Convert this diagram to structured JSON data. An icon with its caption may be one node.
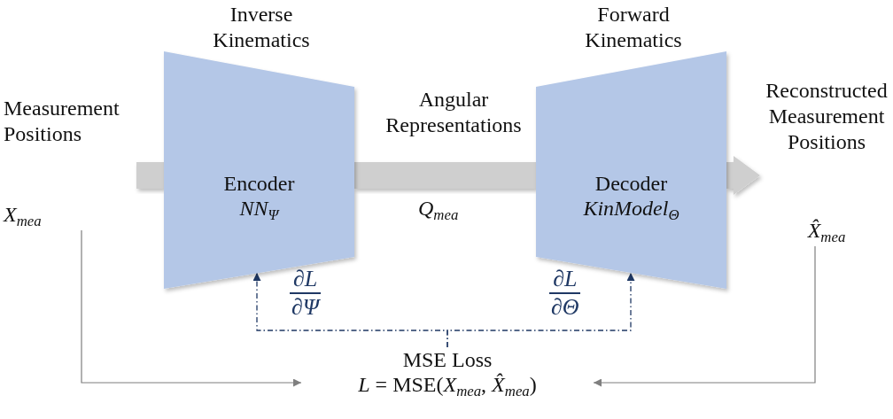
{
  "diagram": {
    "nodes": [
      {
        "text": [
          "Measurement Positions",
          "X$_{mea}$"
        ]
      },
      {
        "text": [
          "Encoder",
          "NN$_{Ψ}$"
        ],
        "beside": [
          "Inverse Kinematics"
        ]
      },
      {
        "text": [
          "Decoder",
          "KinModel$_{Θ}$"
        ],
        "beside": [
          "Forward Kinematics"
        ]
      },
      {
        "text": [
          "Reconstructed Measurement Positions",
          "X̂$_{mea}$"
        ]
      },
      {
        "text": [
          "MSE Loss",
          "*L* = MSE(*X*$_{mea}$, *X̂*$_{mea}$)"
        ]
      }
    ],
    "edges": [
      {
        "from": 0,
        "to": 1,
        "arrow": "none",
        "style": "thick",
        "color": "#cfcfcf"
      },
      {
        "from": 1,
        "to": 2,
        "arrow": "none",
        "style": "thick",
        "color": "#cfcfcf",
        "label": "Angular Representations"
      },
      {
        "from": 2,
        "to": 3,
        "arrow": "to",
        "style": "thick",
        "color": "#cfcfcf"
      },
      {
        "from": 0,
        "to": 4,
        "arrow": "to"
      },
      {
        "from": 3,
        "to": 4,
        "arrow": "to"
      },
      {
        "from": 4,
        "to": 1,
        "arrow": "to",
        "style": "dashed",
        "color": "#1f3864"
      },
      {
        "from": 4,
        "to": 2,
        "arrow": "to",
        "style": "dashed",
        "color": "#1f3864"
      }
    ],
    "labels": [
      "∂L",
      "∂Ψ",
      "∂L",
      "∂Θ",
      "Q$_{mea}$"
    ]
  }
}
